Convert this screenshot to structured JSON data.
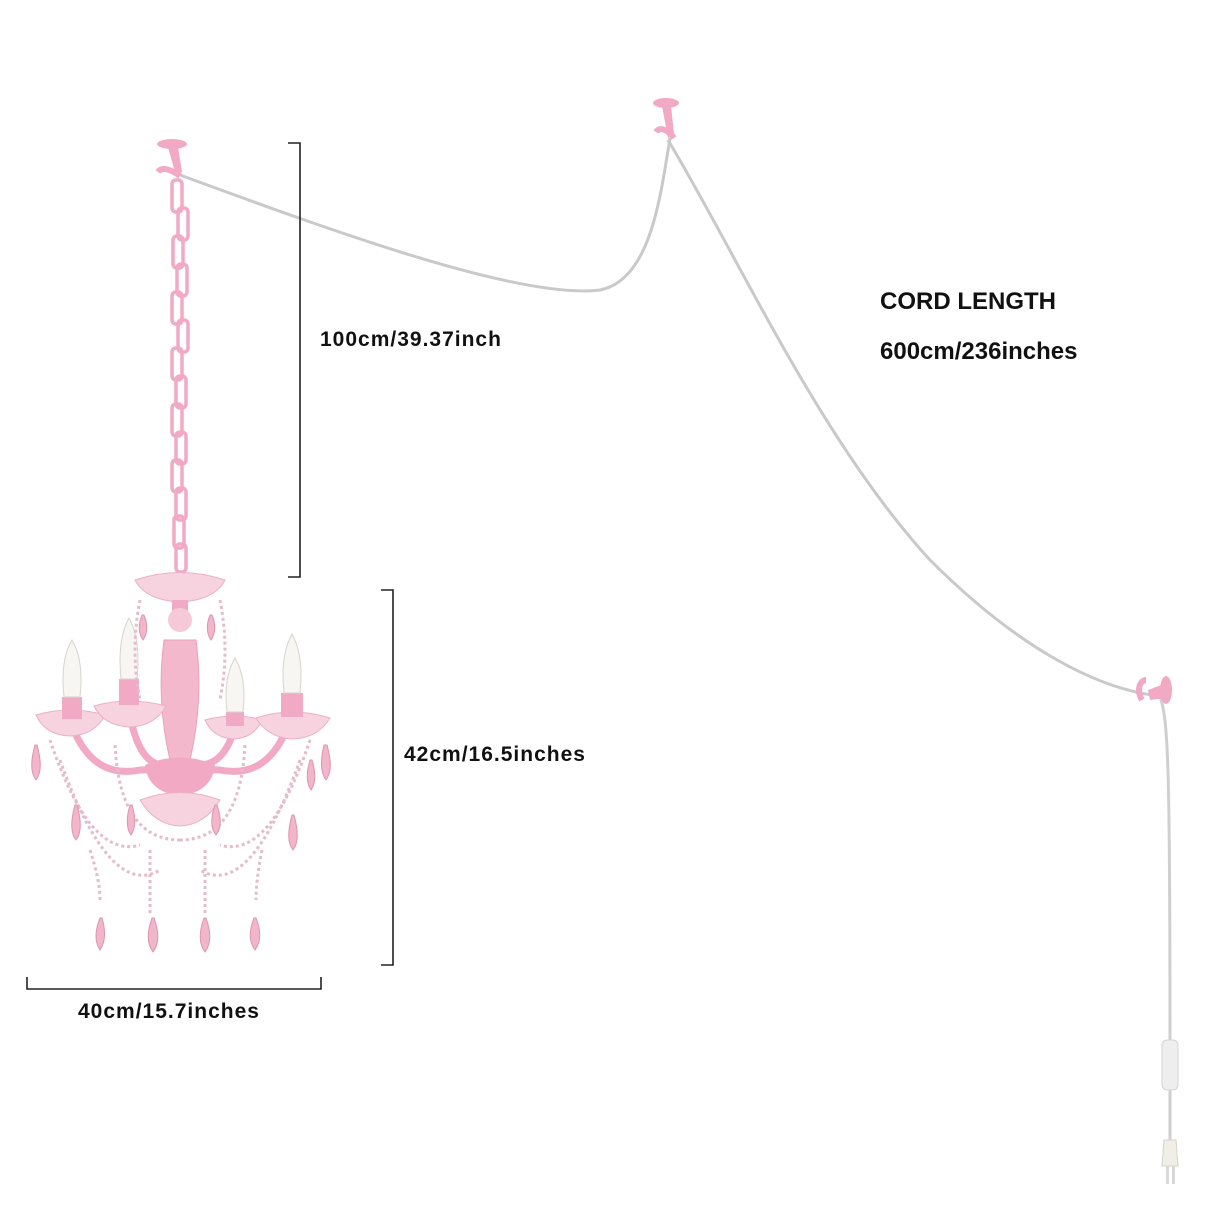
{
  "diagram": {
    "subject": "Pink crystal plug-in chandelier with swag hooks",
    "colors": {
      "background": "#ffffff",
      "pink": "#f2a9c4",
      "pink_dark": "#e089a9",
      "crystal": "#f6c9d8",
      "cord": "#c9c9c9",
      "dimension_line": "#222222",
      "text": "#111111"
    },
    "dimensions": {
      "chain_length": "100cm/39.37inch",
      "fixture_height": "42cm/16.5inches",
      "fixture_width": "40cm/15.7inches"
    },
    "cord": {
      "title": "CORD LENGTH",
      "value": "600cm/236inches"
    },
    "components": {
      "ceiling_hooks": 3,
      "bulbs": 4,
      "plug": "two-prong plug with inline switch"
    }
  }
}
